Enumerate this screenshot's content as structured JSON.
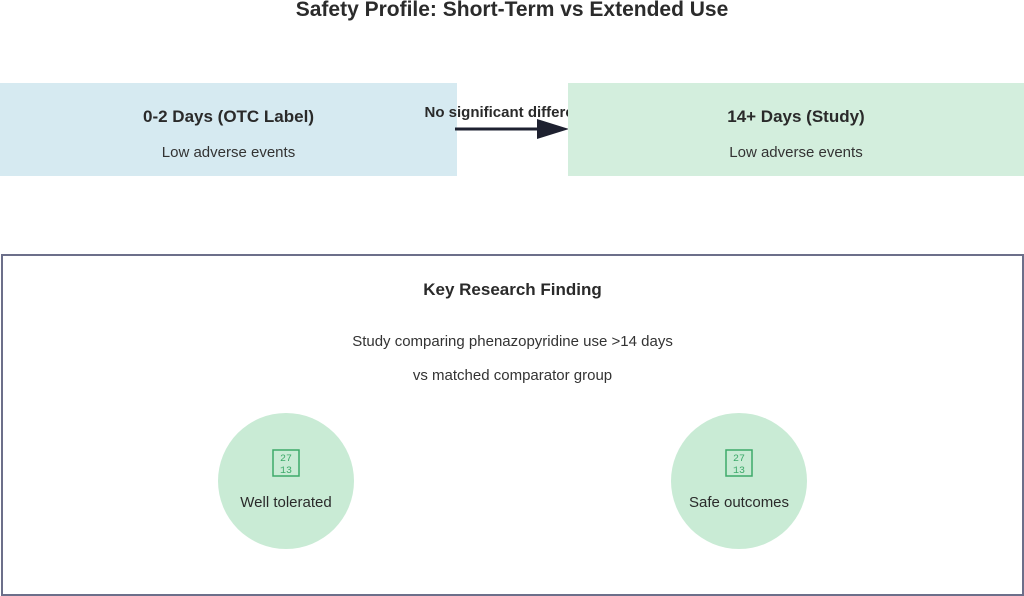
{
  "title": "Safety Profile: Short-Term vs Extended Use",
  "left_box": {
    "heading": "0-2 Days (OTC Label)",
    "sub": "Low adverse events"
  },
  "right_box": {
    "heading": "14+ Days (Study)",
    "sub": "Low adverse events"
  },
  "arrow_label": "No significant difference",
  "panel": {
    "title": "Key Research Finding",
    "line1": "Study comparing phenazopyridine use >14 days",
    "line2": "vs matched comparator group"
  },
  "findings": [
    {
      "icon": "missing-glyph-icon",
      "label": "Well tolerated"
    },
    {
      "icon": "missing-glyph-icon",
      "label": "Safe outcomes"
    }
  ],
  "colors": {
    "left_box": "#d6eaf1",
    "right_box": "#d3eedd",
    "circle": "#c9ebd5",
    "glyph": "#3daa6a",
    "panel_border": "#6c6f8a",
    "arrow": "#1e2130"
  }
}
